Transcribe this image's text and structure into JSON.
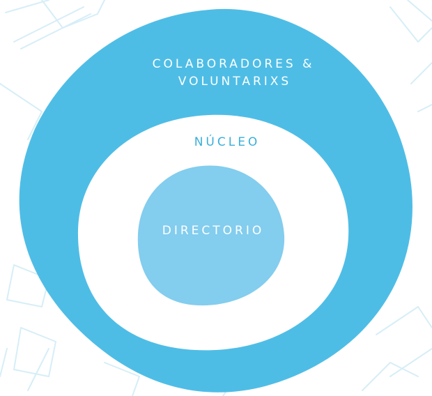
{
  "diagram": {
    "outer_label_line1": "COLABORADORES &",
    "outer_label_line2": "VOLUNTARIXS",
    "middle_label": "NÚCLEO",
    "inner_label": "DIRECTORIO"
  },
  "colors": {
    "outer_ring": "#4ebde6",
    "middle_area": "#ffffff",
    "inner_core": "#83cdee",
    "outer_text": "#ffffff",
    "middle_text": "#3aaed9",
    "inner_text": "#ffffff",
    "doodle_lines": "#d6eef7"
  },
  "icons": [
    "doodle-background-illustration"
  ]
}
